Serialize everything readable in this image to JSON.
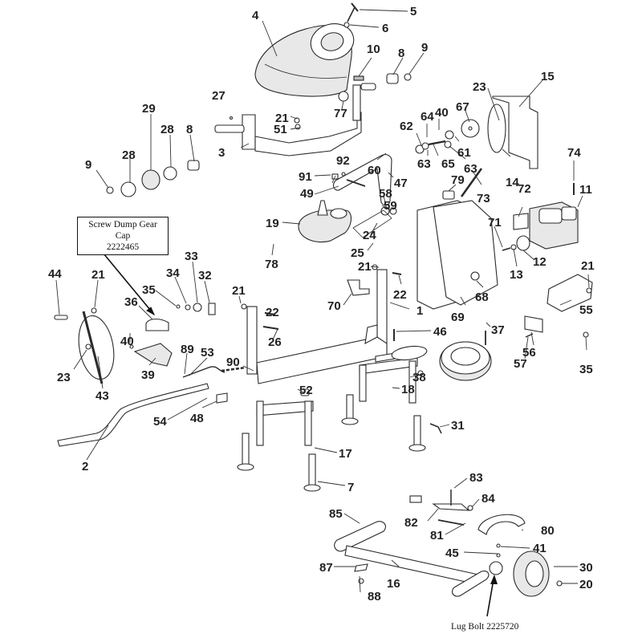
{
  "title": "Cement mixer exploded parts diagram",
  "callouts": {
    "screw_dump_gear_cap": {
      "name": "Screw Dump Gear Cap",
      "part_number": "2222465"
    },
    "lug_bolt": {
      "text": "Lug Bolt 2225720"
    }
  },
  "labels": [
    {
      "id": "l4",
      "text": "4"
    },
    {
      "id": "l5",
      "text": "5"
    },
    {
      "id": "l6",
      "text": "6"
    },
    {
      "id": "l10",
      "text": "10"
    },
    {
      "id": "l8a",
      "text": "8"
    },
    {
      "id": "l9a",
      "text": "9"
    },
    {
      "id": "l27",
      "text": "27"
    },
    {
      "id": "l21a",
      "text": "21"
    },
    {
      "id": "l51",
      "text": "51"
    },
    {
      "id": "l77",
      "text": "77"
    },
    {
      "id": "l3",
      "text": "3"
    },
    {
      "id": "l29",
      "text": "29"
    },
    {
      "id": "l28a",
      "text": "28"
    },
    {
      "id": "l8b",
      "text": "8"
    },
    {
      "id": "l28b",
      "text": "28"
    },
    {
      "id": "l9b",
      "text": "9"
    },
    {
      "id": "l62",
      "text": "62"
    },
    {
      "id": "l64",
      "text": "64"
    },
    {
      "id": "l40a",
      "text": "40"
    },
    {
      "id": "l67",
      "text": "67"
    },
    {
      "id": "l23a",
      "text": "23"
    },
    {
      "id": "l15",
      "text": "15"
    },
    {
      "id": "l63a",
      "text": "63"
    },
    {
      "id": "l65",
      "text": "65"
    },
    {
      "id": "l61",
      "text": "61"
    },
    {
      "id": "l63b",
      "text": "63"
    },
    {
      "id": "l14",
      "text": "14"
    },
    {
      "id": "l74",
      "text": "74"
    },
    {
      "id": "l11",
      "text": "11"
    },
    {
      "id": "l60",
      "text": "60"
    },
    {
      "id": "l92",
      "text": "92"
    },
    {
      "id": "l91",
      "text": "91"
    },
    {
      "id": "l49",
      "text": "49"
    },
    {
      "id": "l47",
      "text": "47"
    },
    {
      "id": "l79",
      "text": "79"
    },
    {
      "id": "l73",
      "text": "73"
    },
    {
      "id": "l72",
      "text": "72"
    },
    {
      "id": "l58",
      "text": "58"
    },
    {
      "id": "l59",
      "text": "59"
    },
    {
      "id": "l19",
      "text": "19"
    },
    {
      "id": "l24",
      "text": "24"
    },
    {
      "id": "l25",
      "text": "25"
    },
    {
      "id": "l78",
      "text": "78"
    },
    {
      "id": "l71",
      "text": "71"
    },
    {
      "id": "l12",
      "text": "12"
    },
    {
      "id": "l13",
      "text": "13"
    },
    {
      "id": "l21b",
      "text": "21"
    },
    {
      "id": "l22a",
      "text": "22"
    },
    {
      "id": "l70",
      "text": "70"
    },
    {
      "id": "l68",
      "text": "68"
    },
    {
      "id": "l1",
      "text": "1"
    },
    {
      "id": "l69",
      "text": "69"
    },
    {
      "id": "l21c",
      "text": "21"
    },
    {
      "id": "l55",
      "text": "55"
    },
    {
      "id": "l44",
      "text": "44"
    },
    {
      "id": "l21d",
      "text": "21"
    },
    {
      "id": "l33",
      "text": "33"
    },
    {
      "id": "l34",
      "text": "34"
    },
    {
      "id": "l32",
      "text": "32"
    },
    {
      "id": "l35a",
      "text": "35"
    },
    {
      "id": "l36",
      "text": "36"
    },
    {
      "id": "l21e",
      "text": "21"
    },
    {
      "id": "l22b",
      "text": "22"
    },
    {
      "id": "l26",
      "text": "26"
    },
    {
      "id": "l37",
      "text": "37"
    },
    {
      "id": "l46",
      "text": "46"
    },
    {
      "id": "l56",
      "text": "56"
    },
    {
      "id": "l40b",
      "text": "40"
    },
    {
      "id": "l89",
      "text": "89"
    },
    {
      "id": "l53",
      "text": "53"
    },
    {
      "id": "l90",
      "text": "90"
    },
    {
      "id": "l57",
      "text": "57"
    },
    {
      "id": "l35b",
      "text": "35"
    },
    {
      "id": "l23b",
      "text": "23"
    },
    {
      "id": "l39",
      "text": "39"
    },
    {
      "id": "l43",
      "text": "43"
    },
    {
      "id": "l38",
      "text": "38"
    },
    {
      "id": "l18",
      "text": "18"
    },
    {
      "id": "l52",
      "text": "52"
    },
    {
      "id": "l54",
      "text": "54"
    },
    {
      "id": "l48",
      "text": "48"
    },
    {
      "id": "l31",
      "text": "31"
    },
    {
      "id": "l2",
      "text": "2"
    },
    {
      "id": "l17",
      "text": "17"
    },
    {
      "id": "l7",
      "text": "7"
    },
    {
      "id": "l83",
      "text": "83"
    },
    {
      "id": "l84",
      "text": "84"
    },
    {
      "id": "l85",
      "text": "85"
    },
    {
      "id": "l82",
      "text": "82"
    },
    {
      "id": "l80",
      "text": "80"
    },
    {
      "id": "l81",
      "text": "81"
    },
    {
      "id": "l45",
      "text": "45"
    },
    {
      "id": "l41",
      "text": "41"
    },
    {
      "id": "l30",
      "text": "30"
    },
    {
      "id": "l87",
      "text": "87"
    },
    {
      "id": "l16",
      "text": "16"
    },
    {
      "id": "l20",
      "text": "20"
    },
    {
      "id": "l88",
      "text": "88"
    }
  ]
}
